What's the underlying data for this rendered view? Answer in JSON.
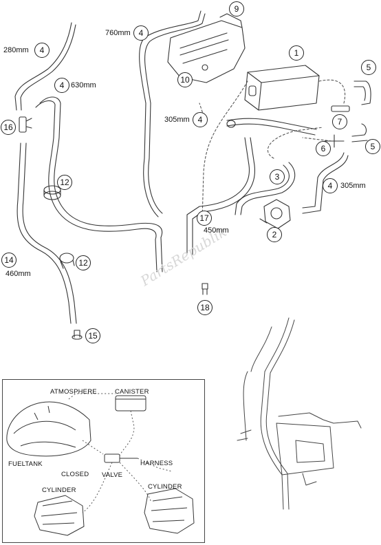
{
  "watermark": "PartsRepublik",
  "callouts": [
    {
      "id": "c1",
      "num": "1"
    },
    {
      "id": "c2",
      "num": "2"
    },
    {
      "id": "c3",
      "num": "3"
    },
    {
      "id": "c4a",
      "num": "4"
    },
    {
      "id": "c4b",
      "num": "4"
    },
    {
      "id": "c4c",
      "num": "4"
    },
    {
      "id": "c4d",
      "num": "4"
    },
    {
      "id": "c4e",
      "num": "4"
    },
    {
      "id": "c5a",
      "num": "5"
    },
    {
      "id": "c5b",
      "num": "5"
    },
    {
      "id": "c6",
      "num": "6"
    },
    {
      "id": "c7",
      "num": "7"
    },
    {
      "id": "c9",
      "num": "9"
    },
    {
      "id": "c10",
      "num": "10"
    },
    {
      "id": "c12a",
      "num": "12"
    },
    {
      "id": "c12b",
      "num": "12"
    },
    {
      "id": "c14",
      "num": "14"
    },
    {
      "id": "c15",
      "num": "15"
    },
    {
      "id": "c16",
      "num": "16"
    },
    {
      "id": "c17",
      "num": "17"
    },
    {
      "id": "c18",
      "num": "18"
    }
  ],
  "lengths": {
    "l280": "280mm",
    "l630": "630mm",
    "l760": "760mm",
    "l305a": "305mm",
    "l305b": "305mm",
    "l450": "450mm",
    "l460": "460mm"
  },
  "inset": {
    "atmosphere": "ATMOSPHERE",
    "canister": "CANISTER",
    "fueltank": "FUELTANK",
    "harness": "HARNESS",
    "closed": "CLOSED",
    "valve": "VALVE",
    "cylinder_left": "CYLINDER",
    "cylinder_right": "CYLINDER"
  }
}
